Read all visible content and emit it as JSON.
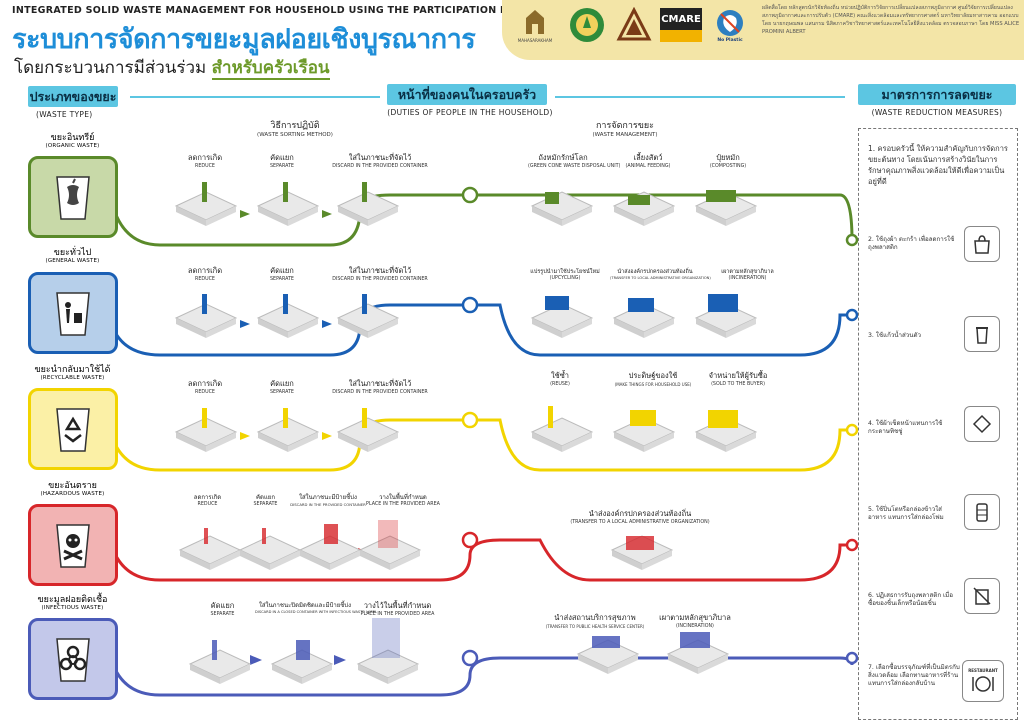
{
  "header": {
    "title_en": "INTEGRATED SOLID WASTE MANAGEMENT FOR HOUSEHOLD USING THE PARTICIPATION PROCESS",
    "title_th": "ระบบการจัดการขยะมูลฝอยเชิงบูรณาการ",
    "subtitle_th_prefix": "โดยกระบวนการมีส่วนร่วม",
    "subtitle_th_highlight": "สำหรับครัวเรือน",
    "logos": [
      "MAHASARAKHAM",
      "",
      "",
      "CMARE",
      "No Plastic"
    ],
    "credits": "ผลิตสื่อโดย หลักสูตรนักวิจัยท้องถิ่น หน่วยปฏิบัติการวิจัยการเปลี่ยนแปลงสภาพภูมิอากาศ ศูนย์วิจัยการเปลี่ยนแปลงสภาพภูมิอากาศและการปรับตัว (CMARE) คณะสิ่งแวดล้อมและทรัพยากรศาสตร์ มหาวิทยาลัยมหาสารคาม ออกแบบโดย นายกฤษณพล แสนกรม นิสิตภาควิชาวิทยาศาสตร์และเทคโนโลยีสิ่งแวดล้อม ตรวจสอบภาษา โดย MISS ALICE PROMINI ALBERT"
  },
  "sections": {
    "waste_type_th": "ประเภทของขยะ",
    "waste_type_en": "(WASTE TYPE)",
    "duties_th": "หน้าที่ของคนในครอบครัว",
    "duties_en": "(DUTIES OF PEOPLE IN THE HOUSEHOLD)",
    "method_th": "วิธีการปฏิบัติ",
    "method_en": "(WASTE SORTING METHOD)",
    "mgmt_th": "การจัดการขยะ",
    "mgmt_en": "(WASTE MANAGEMENT)",
    "reduce_th": "มาตรการการลดขยะ",
    "reduce_en": "(WASTE REDUCTION MEASURES)"
  },
  "colors": {
    "organic": "#5a8a2a",
    "general": "#1a5fb4",
    "recyclable": "#f2d400",
    "hazardous": "#d7262a",
    "infectious": "#4b5bb8"
  },
  "rows": [
    {
      "th": "ขยะอินทรีย์",
      "en": "(ORGANIC WASTE)",
      "icon": "apple-core-icon",
      "steps": [
        [
          "ลดการเกิด",
          "REDUCE"
        ],
        [
          "คัดแยก",
          "SEPARATE"
        ],
        [
          "ใส่ในภาชนะที่จัดไว้",
          "DISCARD IN THE PROVIDED CONTAINER"
        ]
      ],
      "mgmt": [
        [
          "ถังหมักรักษ์โลก",
          "(GREEN CONE WASTE DISPOSAL UNIT)"
        ],
        [
          "เลี้ยงสัตว์",
          "(ANIMAL FEEDING)"
        ],
        [
          "ปุ๋ยหมัก",
          "(COMPOSTING)"
        ]
      ]
    },
    {
      "th": "ขยะทั่วไป",
      "en": "(GENERAL WASTE)",
      "icon": "trash-person-icon",
      "steps": [
        [
          "ลดการเกิด",
          "REDUCE"
        ],
        [
          "คัดแยก",
          "SEPARATE"
        ],
        [
          "ใส่ในภาชนะที่จัดไว้",
          "DISCARD IN THE PROVIDED CONTAINER"
        ]
      ],
      "mgmt": [
        [
          "แปรรูปนำมาใช้ประโยชน์ใหม่",
          "(UPCYCLING)"
        ],
        [
          "นำส่งองค์กรปกครองส่วนท้องถิ่น",
          "(TRANSFER TO LOCAL ADMINISTRATIVE ORGANIZATION)"
        ],
        [
          "เผาตามหลักสุขาภิบาล",
          "(INCINERATION)"
        ]
      ]
    },
    {
      "th": "ขยะนำกลับมาใช้ได้",
      "en": "(RECYCLABLE WASTE)",
      "icon": "recycle-icon",
      "steps": [
        [
          "ลดการเกิด",
          "REDUCE"
        ],
        [
          "คัดแยก",
          "SEPARATE"
        ],
        [
          "ใส่ในภาชนะที่จัดไว้",
          "DISCARD IN THE PROVIDED CONTAINER"
        ]
      ],
      "mgmt": [
        [
          "ใช้ซ้ำ",
          "(REUSE)"
        ],
        [
          "ประดิษฐ์ของใช้",
          "(MAKE THINGS FOR HOUSEHOLD USE)"
        ],
        [
          "จำหน่ายให้ผู้รับซื้อ",
          "(SOLD TO THE BUYER)"
        ]
      ]
    },
    {
      "th": "ขยะอันตราย",
      "en": "(HAZARDOUS WASTE)",
      "icon": "skull-crossbones-icon",
      "steps": [
        [
          "ลดการเกิด",
          "REDUCE"
        ],
        [
          "คัดแยก",
          "SEPARATE"
        ],
        [
          "ใส่ในภาชนะมีป้ายชี้บ่ง",
          "DISCARD IN THE PROVIDED CONTAINER"
        ],
        [
          "วางในพื้นที่กำหนด",
          "PLACE IN THE PROVIDED AREA"
        ]
      ],
      "mgmt": [
        [
          "นำส่งองค์กรปกครองส่วนท้องถิ่น",
          "(TRANSFER TO A LOCAL ADMINISTRATIVE ORGANIZATION)"
        ]
      ]
    },
    {
      "th": "ขยะมูลฝอยติดเชื้อ",
      "en": "(INFECTIOUS WASTE)",
      "icon": "biohazard-icon",
      "steps": [
        [
          "คัดแยก",
          "SEPARATE"
        ],
        [
          "ใส่ในภาชนะปิดมิดชิดและมีป้ายชี้บ่ง",
          "DISCARD IN A CLOSED CONTAINER WITH INFECTIOUS WASTE LABEL"
        ],
        [
          "วางไว้ในพื้นที่กำหนด",
          "PLACE IN THE PROVIDED AREA"
        ]
      ],
      "mgmt": [
        [
          "นำส่งสถานบริการสุขภาพ",
          "(TRANSFER TO PUBLIC HEALTH SERVICE CENTER)"
        ],
        [
          "เผาตามหลักสุขาภิบาล",
          "(INCINERATION)"
        ]
      ]
    }
  ],
  "reductions": [
    {
      "text": "1. ครอบครัวนี้ ให้ความสำคัญกับการจัดการขยะต้นทาง โดยเน้นการสร้างวินัยในการรักษาคุณภาพสิ่งแวดล้อมให้ดีเพื่อความเป็นอยู่ที่ดี",
      "icon": ""
    },
    {
      "text": "2. ใช้ถุงผ้า ตะกร้า เพื่อลดการใช้ถุงพลาสติก",
      "icon": "bag-icon"
    },
    {
      "text": "3. ใช้แก้วน้ำส่วนตัว",
      "icon": "cup-icon"
    },
    {
      "text": "4. ใช้ผ้าเช็ดหน้าแทนการใช้กระดาษทิชชู่",
      "icon": "handkerchief-icon"
    },
    {
      "text": "5. ใช้ปิ่นโตหรือกล่องข้าวใส่อาหาร แทนการใส่กล่องโฟม",
      "icon": "food-container-icon"
    },
    {
      "text": "6. ปฏิเสธการรับถุงพลาสติก เมื่อซื้อของชิ้นเล็กหรือน้อยชิ้น",
      "icon": "no-plastic-bag-icon"
    },
    {
      "text": "7. เลือกซื้อบรรจุภัณฑ์ที่เป็นมิตรกับสิ่งแวดล้อม เลือกทานอาหารที่ร้านแทนการใส่กล่องกลับบ้าน",
      "icon": "restaurant-icon",
      "badge": "RESTAURANT"
    }
  ]
}
